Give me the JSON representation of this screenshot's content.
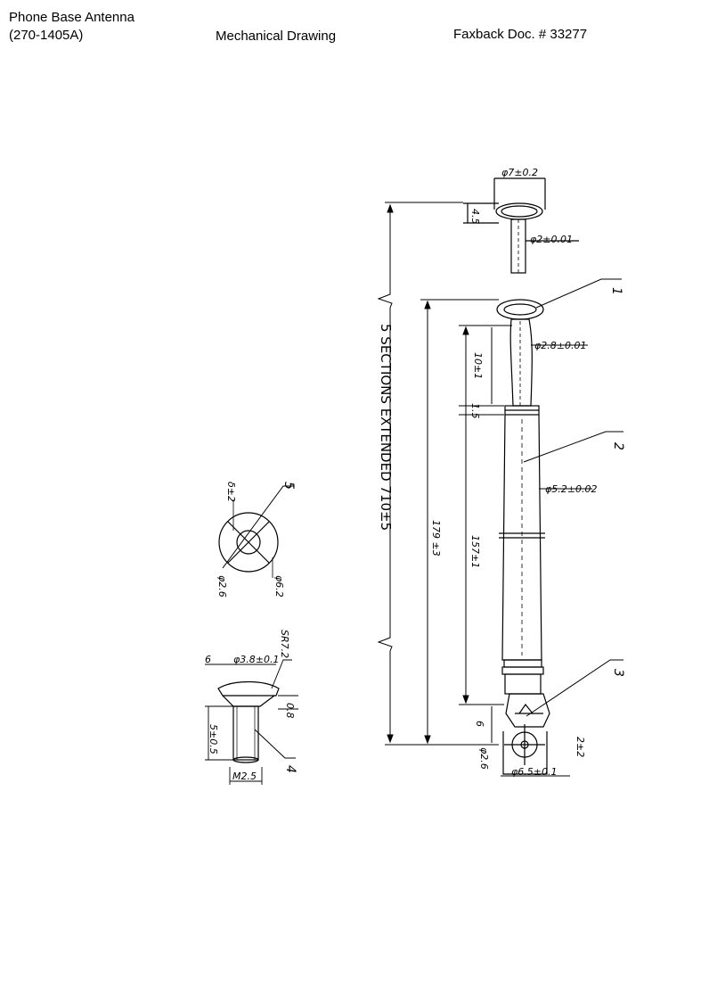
{
  "header": {
    "title_line1": "Phone Base Antenna",
    "title_line2": "(270-1405A)",
    "center": "Mechanical Drawing",
    "right": "Faxback Doc. # 33277"
  },
  "drawing": {
    "cap_dims": {
      "diameter": "φ7±0.2",
      "height": "4.5",
      "pin_diameter": "φ2±0.01"
    },
    "antenna_dims": {
      "extended_length": "5 SECTIONS EXTENDED 710±5",
      "collapsed_length": "179 ±3",
      "shaft_length": "157±1",
      "top_section": "10±1",
      "section_gap": "1.5",
      "top_diameter": "φ2.8±0.01",
      "body_diameter": "φ5.2±0.02",
      "base_height": "6",
      "base_hole": "φ2.6",
      "base_width": "φ6.5±0.1",
      "base_thickness": "2±2"
    },
    "washer_dims": {
      "inner_top": "δ±2",
      "inner": "φ2.6",
      "outer": "φ6.2"
    },
    "screw_dims": {
      "head_radius": "SR7.2",
      "head_left": "6",
      "head_diameter": "φ3.8±0.1",
      "head_height": "0.8",
      "shank_length": "5±0.5",
      "thread": "M2.5"
    },
    "callouts": [
      "1",
      "2",
      "3",
      "4",
      "5"
    ]
  }
}
